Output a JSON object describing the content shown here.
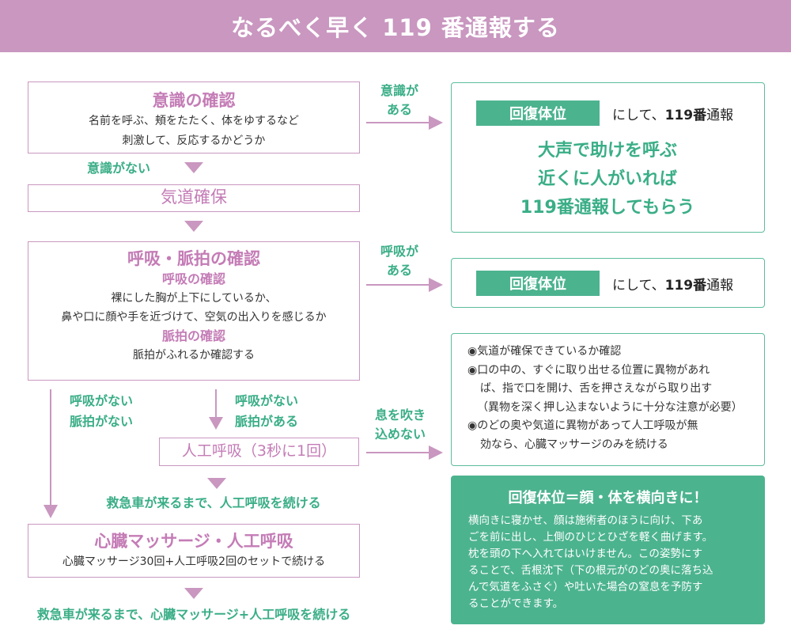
{
  "title": "なるべく早く 119 番通報する",
  "colors": {
    "pink": "#c997c0",
    "pink_text": "#c47cb6",
    "green": "#4cb38f",
    "green_text": "#3aae86"
  },
  "consciousness": {
    "heading": "意識の確認",
    "line1": "名前を呼ぶ、頬をたたく、体をゆするなど",
    "line2": "刺激して、反応するかどうか"
  },
  "label_no_consciousness": "意識がない",
  "airway": {
    "heading": "気道確保"
  },
  "breathing": {
    "heading": "呼吸・脈拍の確認",
    "sub1": "呼吸の確認",
    "line1": "裸にした胸が上下にしているか、",
    "line2": "鼻や口に顔や手を近づけて、空気の出入りを感じるか",
    "sub2": "脈拍の確認",
    "line3": "脈拍がふれるか確認する"
  },
  "label_no_breath_no_pulse": {
    "line1": "呼吸がない",
    "line2": "脈拍がない"
  },
  "label_no_breath_pulse": {
    "line1": "呼吸がない",
    "line2": "脈拍がある"
  },
  "artificial": {
    "heading": "人工呼吸（3秒に1回）"
  },
  "continue_rescue": "救急車が来るまで、人工呼吸を続ける",
  "cpr": {
    "heading": "心臓マッサージ・人工呼吸",
    "line1": "心臓マッサージ30回+人工呼吸2回のセットで続ける"
  },
  "continue_cpr": "救急車が来るまで、心臓マッサージ+人工呼吸を続ける",
  "arrow_conscious": {
    "line1": "意識が",
    "line2": "ある"
  },
  "arrow_breathing": {
    "line1": "呼吸が",
    "line2": "ある"
  },
  "arrow_no_air": {
    "line1": "息を吹き",
    "line2": "込めない"
  },
  "result1": {
    "chip": "回復体位",
    "note_pre": "にして、",
    "note_bold": "119番",
    "note_post": "通報",
    "big1": "大声で助けを呼ぶ",
    "big2": "近くに人がいれば",
    "big3": "119番通報してもらう"
  },
  "result2": {
    "chip": "回復体位",
    "note_pre": "にして、",
    "note_bold": "119番",
    "note_post": "通報"
  },
  "result3": {
    "item1": "◉気道が確保できているか確認",
    "item2a": "◉口の中の、すぐに取り出せる位置に異物があれ",
    "item2b": "ば、指で口を開け、舌を押さえながら取り出す",
    "item2c": "（異物を深く押し込まないように十分な注意が必要）",
    "item3a": "◉のどの奥や気道に異物があって人工呼吸が無",
    "item3b": "効なら、心臓マッサージのみを続ける"
  },
  "recovery": {
    "title": "回復体位＝顔・体を横向きに！",
    "lines": [
      "横向きに寝かせ、顔は施術者のほうに向け、下あ",
      "ごを前に出し、上側のひじとひざを軽く曲げます。",
      "枕を頭の下へ入れてはいけません。この姿勢にす",
      "ることで、舌根沈下（下の根元がのどの奥に落ち込",
      "んで気道をふさぐ）や吐いた場合の窒息を予防す",
      "ることができます。"
    ]
  }
}
